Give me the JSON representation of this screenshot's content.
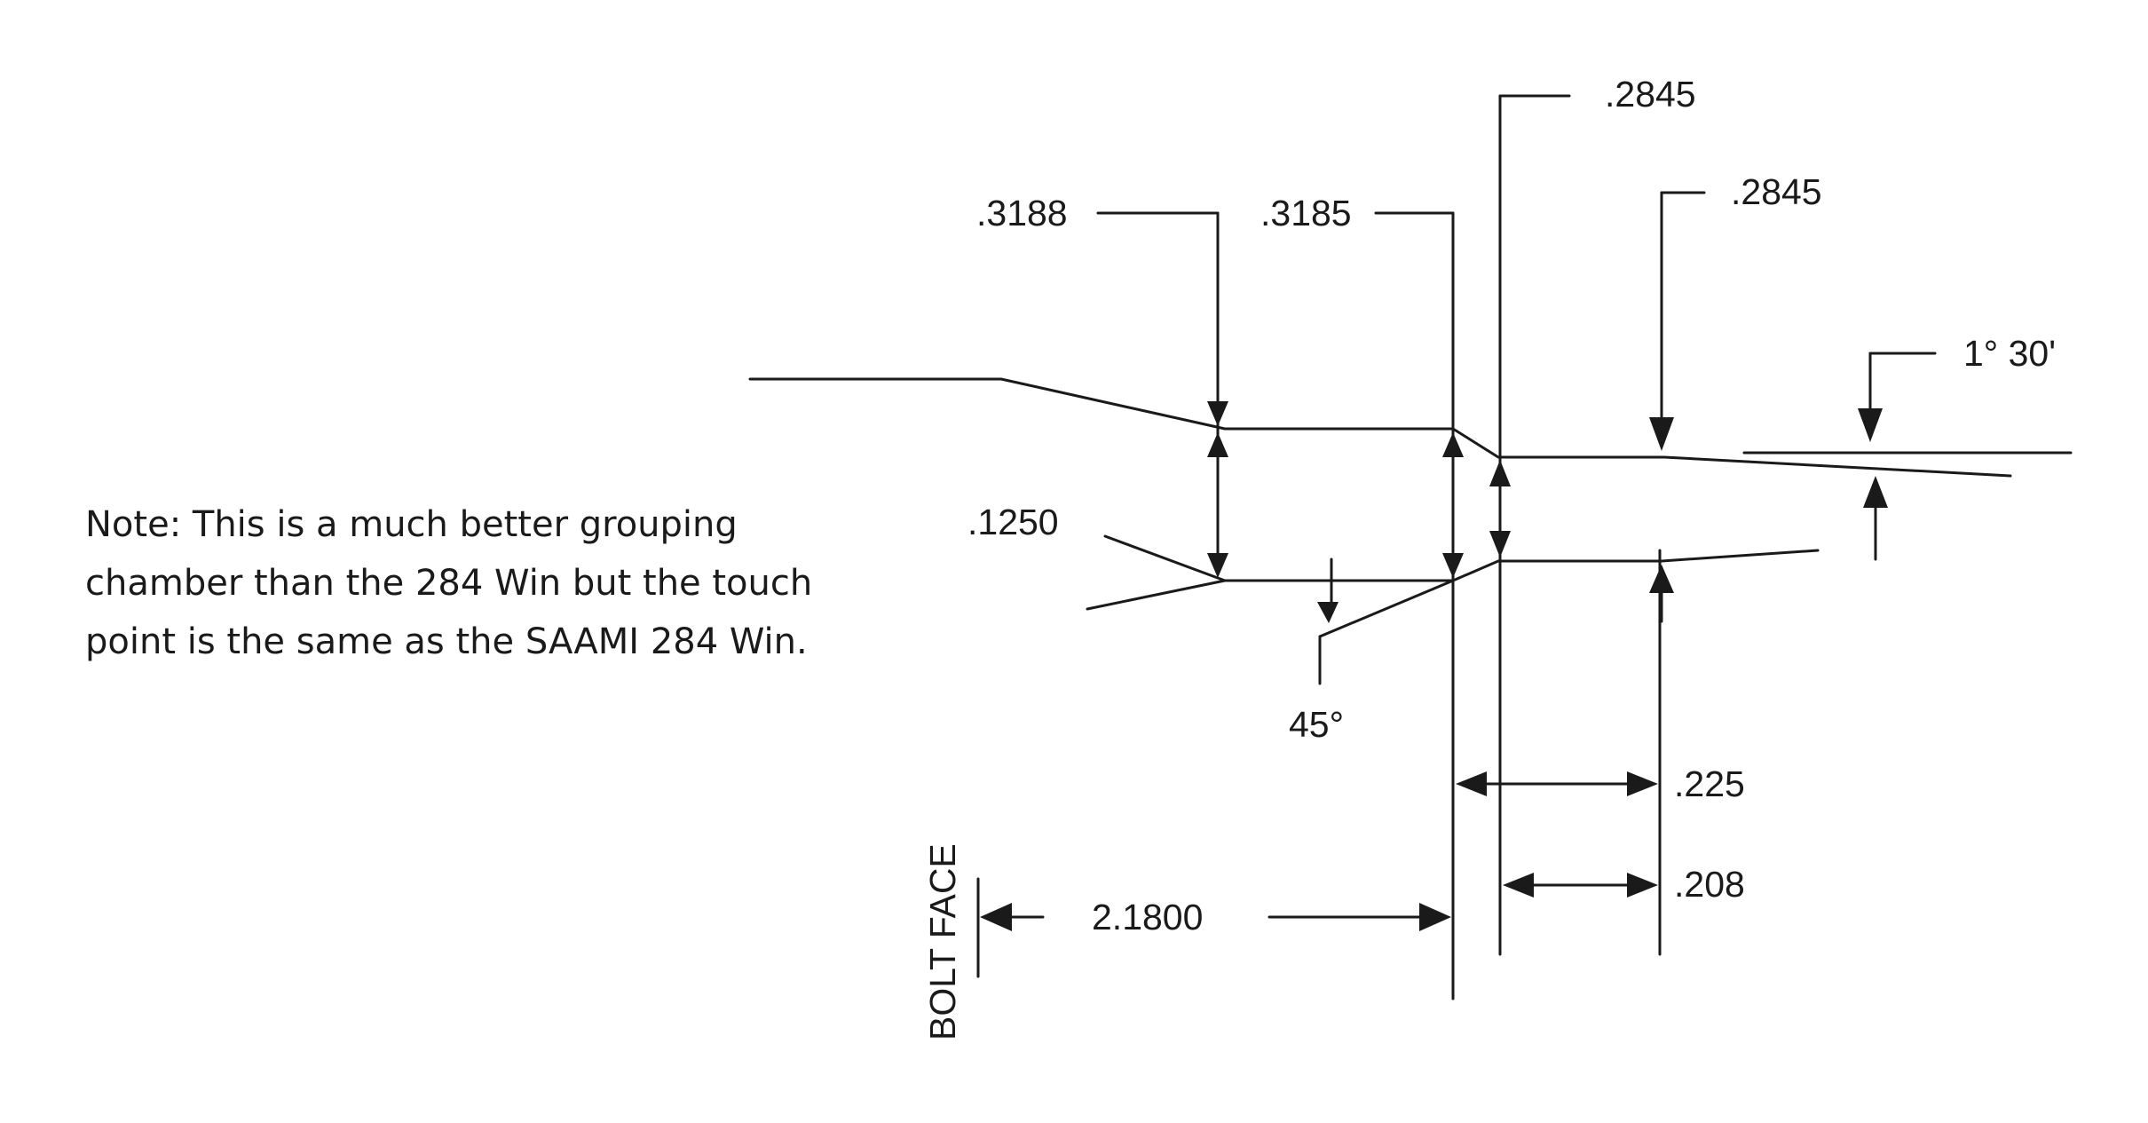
{
  "note": {
    "lines": [
      "Note: This is a much better grouping",
      "chamber than the 284 Win but the touch",
      "point is the same as the SAAMI 284 Win."
    ]
  },
  "dimensions": {
    "d_3188": ".3188",
    "d_3185": ".3185",
    "d_2845_top": ".2845",
    "d_2845_right": ".2845",
    "taper_angle": "1° 30'",
    "d_1250": ".1250",
    "angle_45": "45°",
    "len_225": ".225",
    "len_208": ".208",
    "len_2180": "2.1800",
    "bolt_face": "BOLT FACE"
  }
}
